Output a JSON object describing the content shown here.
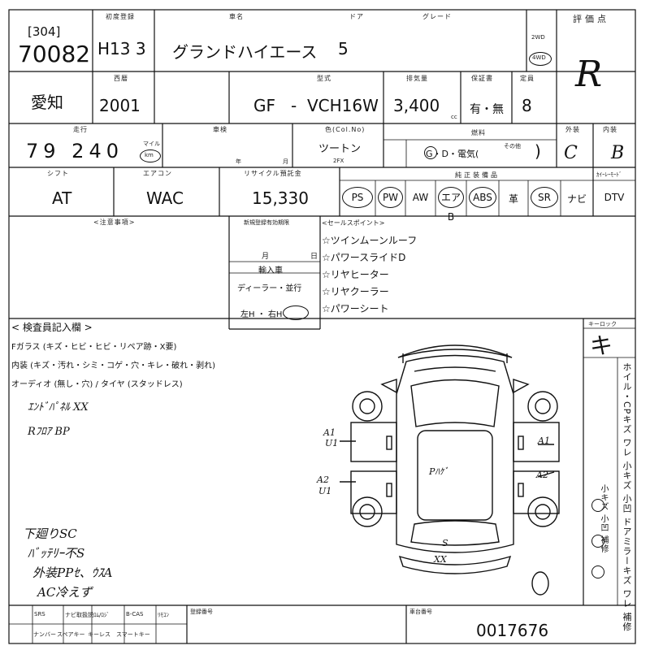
{
  "header": {
    "lot_bracket": "[304]",
    "lot_number": "70082",
    "first_reg_label": "初度登録",
    "first_reg_value": "H13 3",
    "model_name_label": "車名",
    "door_label": "ドア",
    "grade_label": "グレード",
    "model_name": "グランドハイエース",
    "doors": "5",
    "drive_2wd": "2WD",
    "drive_4wd": "4WD",
    "score_label": "評価点",
    "score": "R"
  },
  "row2": {
    "region": "愛知",
    "year_label": "西暦",
    "year": "2001",
    "model_type_label": "型式",
    "model_type_prefix": "GF",
    "model_type_sep": "-",
    "model_type_code": "VCH16W",
    "displacement_label": "排気量",
    "displacement": "3,400",
    "displacement_unit": "cc",
    "warranty_label": "保証書",
    "warranty": "有・無",
    "capacity_label": "定員",
    "capacity": "8"
  },
  "row3": {
    "mileage_label": "走行",
    "mileage": "79 240",
    "mileage_unit_mile": "マイル",
    "mileage_unit_km": "km",
    "inspection_label": "車検",
    "inspection_year": "年",
    "inspection_month": "月",
    "color_label": "色(Col.No)",
    "color_value": "ツートン",
    "color_code": "2FX",
    "fuel_label": "燃料",
    "fuel_options": "G・D・電気(",
    "fuel_other_label": "その他",
    "fuel_close": ")",
    "exterior_label": "外装",
    "exterior": "C",
    "interior_label": "内装",
    "interior": "B"
  },
  "row4": {
    "shift_label": "シフト",
    "shift": "AT",
    "aircon_label": "エアコン",
    "aircon": "WAC",
    "recycle_label": "リサイクル預託金",
    "recycle": "15,330",
    "equipment_label": "純正装備品",
    "equipment": [
      "PS",
      "PW",
      "AW",
      "エアB",
      "ABS",
      "革",
      "SR",
      "ナビ",
      "DTV"
    ],
    "equipment_circled": [
      true,
      true,
      false,
      true,
      true,
      false,
      true,
      false,
      false
    ],
    "keyless_label": "ｶｲｰﾚｰﾓｰﾄﾞ"
  },
  "notes": {
    "caution_label": "<注意事項>",
    "legal_label": "新規登録有効期限",
    "month_label": "月",
    "day_label": "日",
    "import_label": "輸入車",
    "dealer": "ディーラー・並行",
    "handle": "左H ・ 右H",
    "sales_label": "<セールスポイント>",
    "sales_points": [
      "☆ツインムーンルーフ",
      "☆パワースライドD",
      "☆リヤヒーター",
      "☆リヤクーラー",
      "☆パワーシート"
    ]
  },
  "inspector": {
    "title": "< 検査員記入欄 >",
    "lines": [
      "Fガラス (キズ・ヒビ・ヒビ・リペア跡・X要)",
      "内装 (キズ・汚れ・シミ・コゲ・穴・キレ・破れ・剥れ)",
      "オーディオ (無し・穴) / タイヤ (スタッドレス)"
    ],
    "handwritten_top": [
      "ｴﾝﾄﾞﾊﾟﾈﾙ XX",
      "Rﾌﾛｱ BP"
    ],
    "handwritten_bottom": [
      "下廻りSC",
      "ﾊﾞｯﾃﾘｰ不S",
      "外装PPｾ、ｳｽA",
      "AC冷えず"
    ],
    "key_label": "キーロック",
    "key_value": "キ",
    "side_text": "ホイル・CPキズ ワレ 小キズ 小凹 ドアミラーキズ ワレ 補修"
  },
  "diagram": {
    "marks": [
      "A1",
      "U1",
      "A1",
      "A2",
      "U1",
      "A2",
      "Pﾊｹﾞ",
      "S",
      "XX"
    ]
  },
  "footer": {
    "items_row1": [
      "SRS",
      "ナビ取扱説",
      "ﾛﾑ/ﾛｼﾞ",
      "B-CAS",
      "ﾘﾓｺﾝ"
    ],
    "items_row2": [
      "ナンバー",
      "スペアキー",
      "キーレス",
      "スマートキー"
    ],
    "serial_label": "登録番号",
    "chassis_label": "車台番号",
    "chassis_value": "0017676"
  }
}
